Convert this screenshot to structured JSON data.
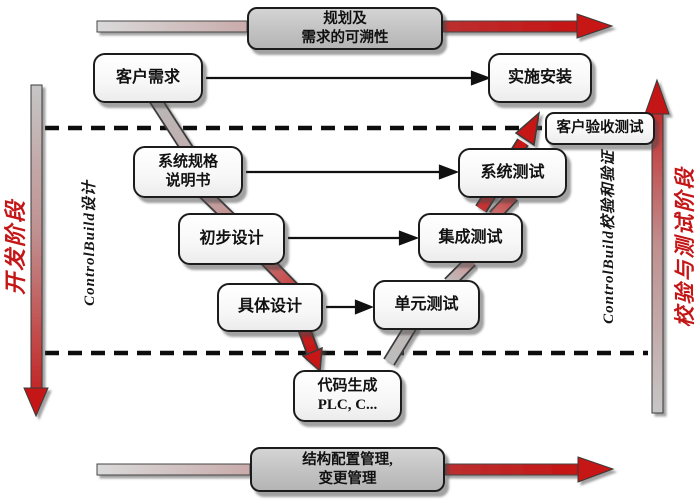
{
  "diagram": {
    "title_hint": "V-model development/verification diagram",
    "top_banner": {
      "line1": "规划及",
      "line2": "需求的可溯性"
    },
    "bottom_banner": {
      "line1": "结构配置管理,",
      "line2": "变更管理"
    },
    "left_axis": {
      "phase": "开发阶段",
      "tool": "ControlBuild设计"
    },
    "right_axis": {
      "phase": "校验与测试阶段",
      "tool": "ControlBuild校验和验证"
    },
    "boxes": {
      "customer_req": "客户需求",
      "impl_install": "实施安装",
      "acceptance_test": "客户验收测试",
      "sys_spec_line1": "系统规格",
      "sys_spec_line2": "说明书",
      "sys_test": "系统测试",
      "prelim_design": "初步设计",
      "integration_test": "集成测试",
      "detail_design": "具体设计",
      "unit_test": "单元测试",
      "code_gen_line1": "代码生成",
      "code_gen_line2": "PLC, C..."
    },
    "colors": {
      "accent_red": "#c41616",
      "silver": "#c4c4c4",
      "banner_gray": "#c2c2c2",
      "box_border": "#1c1c1c",
      "dash_black": "#0d0d0d"
    }
  }
}
